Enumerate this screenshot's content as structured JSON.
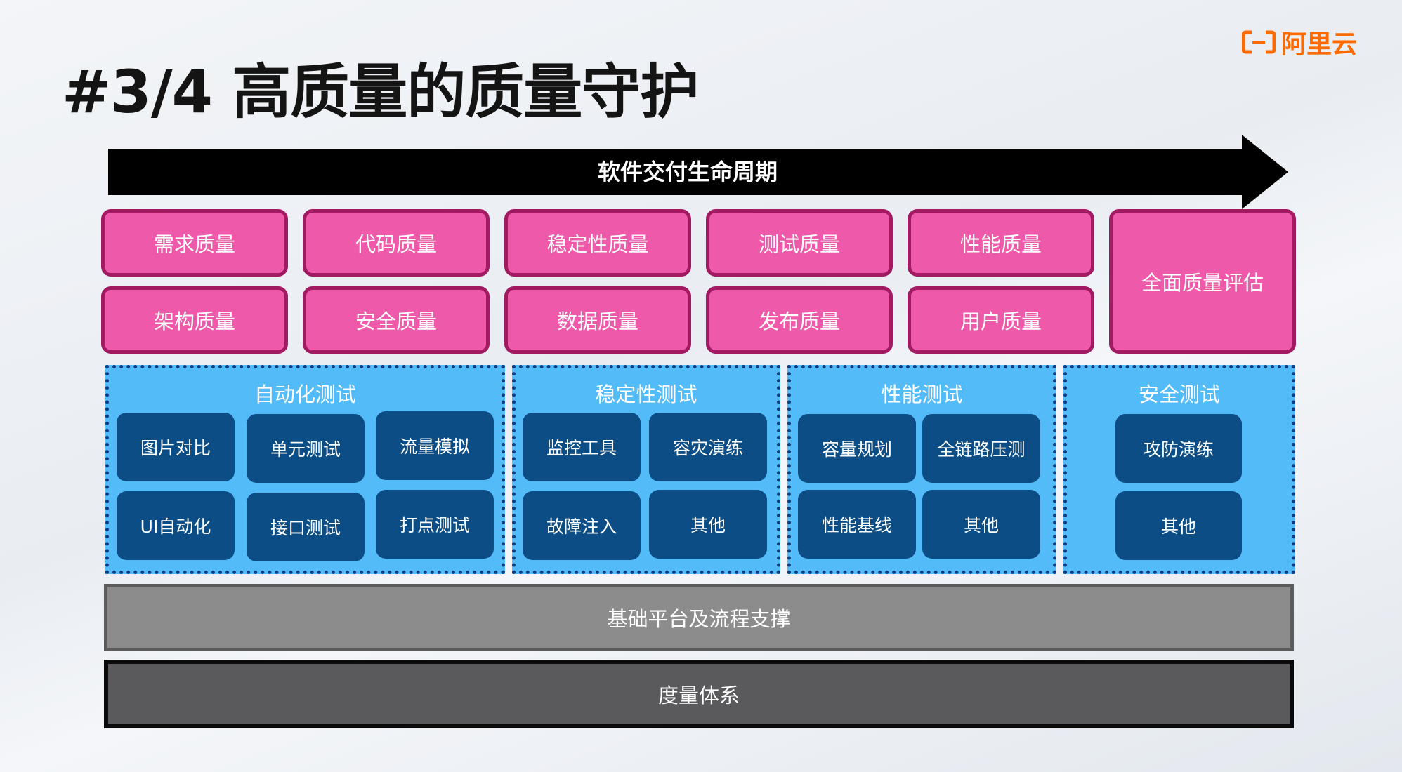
{
  "title": "#3/4 高质量的质量守护",
  "logo": {
    "text": "阿里云",
    "icon": "aliyun-logo-icon",
    "color": "#ff6a00"
  },
  "lifecycle": {
    "label": "软件交付生命周期"
  },
  "quality_items": [
    "需求质量",
    "代码质量",
    "稳定性质量",
    "测试质量",
    "性能质量",
    "架构质量",
    "安全质量",
    "数据质量",
    "发布质量",
    "用户质量",
    "全面质量评估"
  ],
  "test_groups": [
    {
      "title": "自动化测试",
      "items": [
        "图片对比",
        "单元测试",
        "流量模拟",
        "UI自动化",
        "接口测试",
        "打点测试"
      ]
    },
    {
      "title": "稳定性测试",
      "items": [
        "监控工具",
        "容灾演练",
        "故障注入",
        "其他"
      ]
    },
    {
      "title": "性能测试",
      "items": [
        "容量规划",
        "全链路压测",
        "性能基线",
        "其他"
      ]
    },
    {
      "title": "安全测试",
      "items": [
        "攻防演练",
        "其他"
      ]
    }
  ],
  "platform": {
    "label": "基础平台及流程支撑"
  },
  "metrics": {
    "label": "度量体系"
  },
  "colors": {
    "quality_fill": "#ee5aa9",
    "quality_border": "#a11a62",
    "test_group_fill": "#54bbf9",
    "test_item_fill": "#0b4d84",
    "platform_fill": "#8c8c8c",
    "metrics_fill": "#5a5a5c"
  }
}
